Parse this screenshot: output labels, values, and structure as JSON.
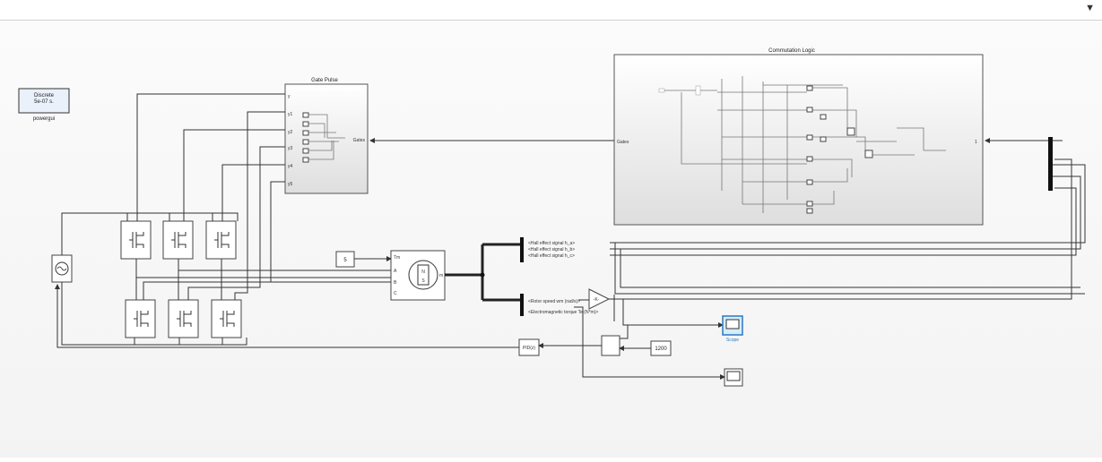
{
  "toolbar": {
    "dropdown_icon": "caret-down-icon"
  },
  "blocks": {
    "powergui": {
      "line1": "Discrete",
      "line2": "5e-07 s.",
      "caption": "powergui"
    },
    "gate_pulse": {
      "title": "Gate Pulse",
      "inputs": [
        "y",
        "y1",
        "y2",
        "y3",
        "y4",
        "y5"
      ],
      "output": "Gates"
    },
    "commutation": {
      "title": "Commutation Logic",
      "input": "Gates",
      "output": "1"
    },
    "torque_const": {
      "value": "5"
    },
    "motor": {
      "inputs": [
        "Tm",
        "A",
        "B",
        "C"
      ],
      "output": "m",
      "symbol_n": "N",
      "symbol_s": "S"
    },
    "hall_bus": {
      "signals": [
        "<Hall effect signal h_a>",
        "<Hall effect signal h_b>",
        "<Hall effect signal h_c>"
      ]
    },
    "speed_bus": {
      "signals": [
        "<Rotor speed wm (rad/s)>",
        "<Electromagnetic torque Te (N*m)>"
      ]
    },
    "gain": {
      "label": "-K-"
    },
    "scope": {
      "label": "Scope"
    },
    "pid": {
      "label": "PID(z)"
    },
    "speed_ref": {
      "value": "1200"
    }
  }
}
